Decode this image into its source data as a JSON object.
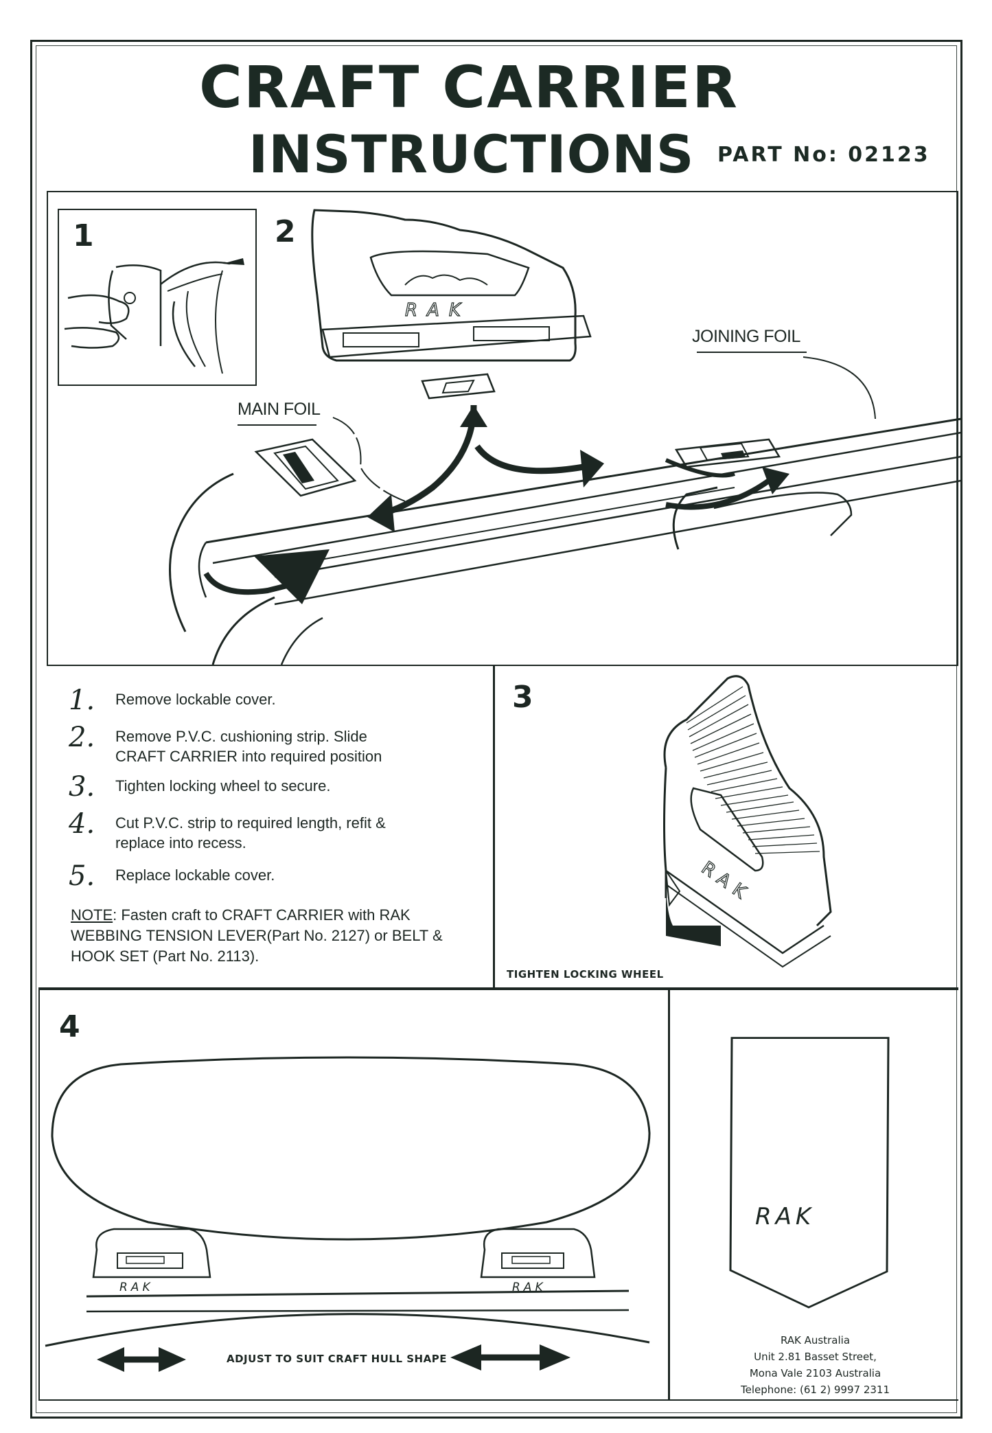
{
  "header": {
    "title_line1": "CRAFT CARRIER",
    "title_line2": "INSTRUCTIONS",
    "part_number": "PART No: 02123"
  },
  "figures": {
    "fig1_number": "1",
    "fig2_number": "2",
    "fig3_number": "3",
    "fig4_number": "4",
    "main_foil_label": "MAIN FOIL",
    "joining_foil_label": "JOINING FOIL",
    "carrier_brand_mark": "RAK",
    "fig3_caption": "TIGHTEN LOCKING WHEEL",
    "fig4_caption": "ADJUST TO SUIT CRAFT HULL SHAPE"
  },
  "steps": [
    {
      "number": "1.",
      "text": "Remove lockable cover."
    },
    {
      "number": "2.",
      "text": "Remove P.V.C. cushioning strip. Slide CRAFT CARRIER into required position"
    },
    {
      "number": "3.",
      "text": "Tighten locking wheel to secure."
    },
    {
      "number": "4.",
      "text": "Cut P.V.C. strip to required length, refit & replace into recess."
    },
    {
      "number": "5.",
      "text": "Replace lockable cover."
    }
  ],
  "note": {
    "label": "NOTE",
    "text": ": Fasten craft to CRAFT CARRIER with RAK WEBBING TENSION LEVER(Part No. 2127) or BELT & HOOK SET (Part No. 2113)."
  },
  "brand": {
    "logo": "RAK",
    "company": "RAK Australia",
    "address_line1": "Unit 2.81 Basset Street,",
    "address_line2": "Mona Vale 2103 Australia",
    "telephone": "Telephone: (61 2) 9997 2311"
  }
}
